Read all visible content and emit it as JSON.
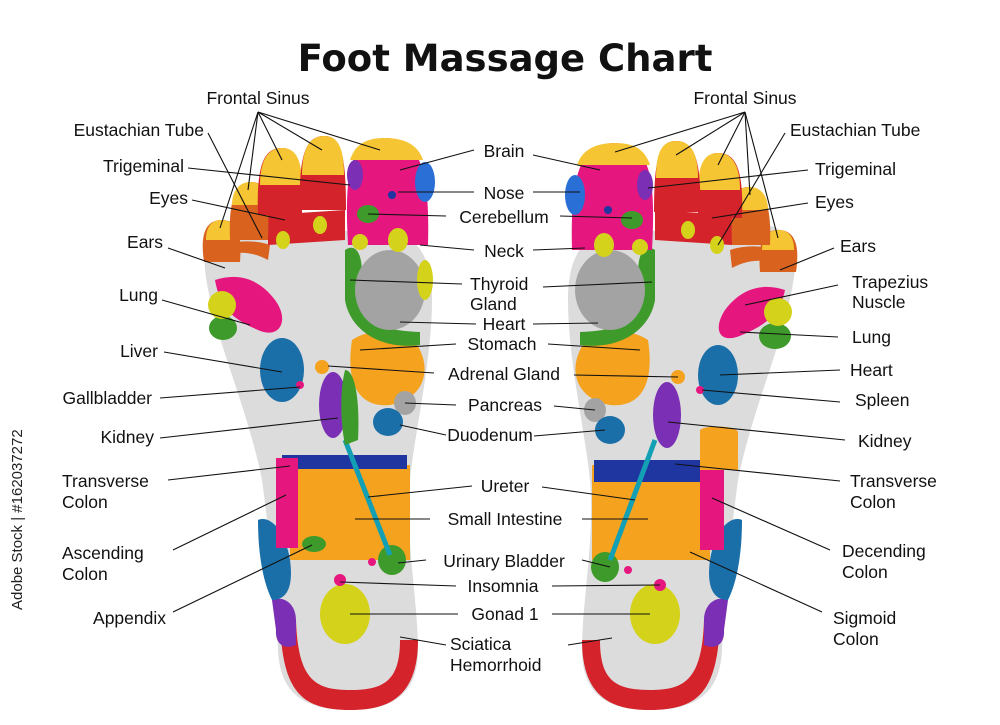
{
  "title": "Foot Massage Chart",
  "watermark": "Adobe Stock | #162037272",
  "labels": {
    "frontal_sinus": "Frontal Sinus",
    "eustachian_tube": "Eustachian Tube",
    "trigeminal": "Trigeminal",
    "eyes": "Eyes",
    "ears": "Ears",
    "lung": "Lung",
    "liver": "Liver",
    "gallbladder": "Gallbladder",
    "kidney": "Kidney",
    "transverse_colon_1": "Transverse",
    "transverse_colon_2": "Colon",
    "ascending_colon_1": "Ascending",
    "ascending_colon_2": "Colon",
    "appendix": "Appendix",
    "brain": "Brain",
    "nose": "Nose",
    "cerebellum": "Cerebellum",
    "neck": "Neck",
    "thyroid_gland_1": "Thyroid",
    "thyroid_gland_2": "Gland",
    "heart": "Heart",
    "stomach": "Stomach",
    "adrenal_gland": "Adrenal Gland",
    "pancreas": "Pancreas",
    "duodenum": "Duodenum",
    "ureter": "Ureter",
    "small_intestine": "Small Intestine",
    "urinary_bladder": "Urinary Bladder",
    "insomnia": "Insomnia",
    "gonad": "Gonad 1",
    "sciatica": "Sciatica",
    "hemorrhoid": "Hemorrhoid",
    "trapezius_1": "Trapezius",
    "trapezius_2": "Nuscle",
    "spleen": "Spleen",
    "decending_colon_1": "Decending",
    "decending_colon_2": "Colon",
    "sigmoid_colon_1": "Sigmoid",
    "sigmoid_colon_2": "Colon"
  },
  "colors": {
    "sole": "#dcdcdc",
    "toe_tip": "#f6c533",
    "magenta": "#e5177f",
    "orange": "#f5a21f",
    "green": "#3d9a2b",
    "blue": "#1b6fa8",
    "purple": "#7b2fb5",
    "yellow": "#d4d21b",
    "grey": "#a3a3a3",
    "red": "#d4232a",
    "navy": "#1f35a0",
    "teal": "#13a0b4",
    "darkorange": "#d9621e"
  }
}
